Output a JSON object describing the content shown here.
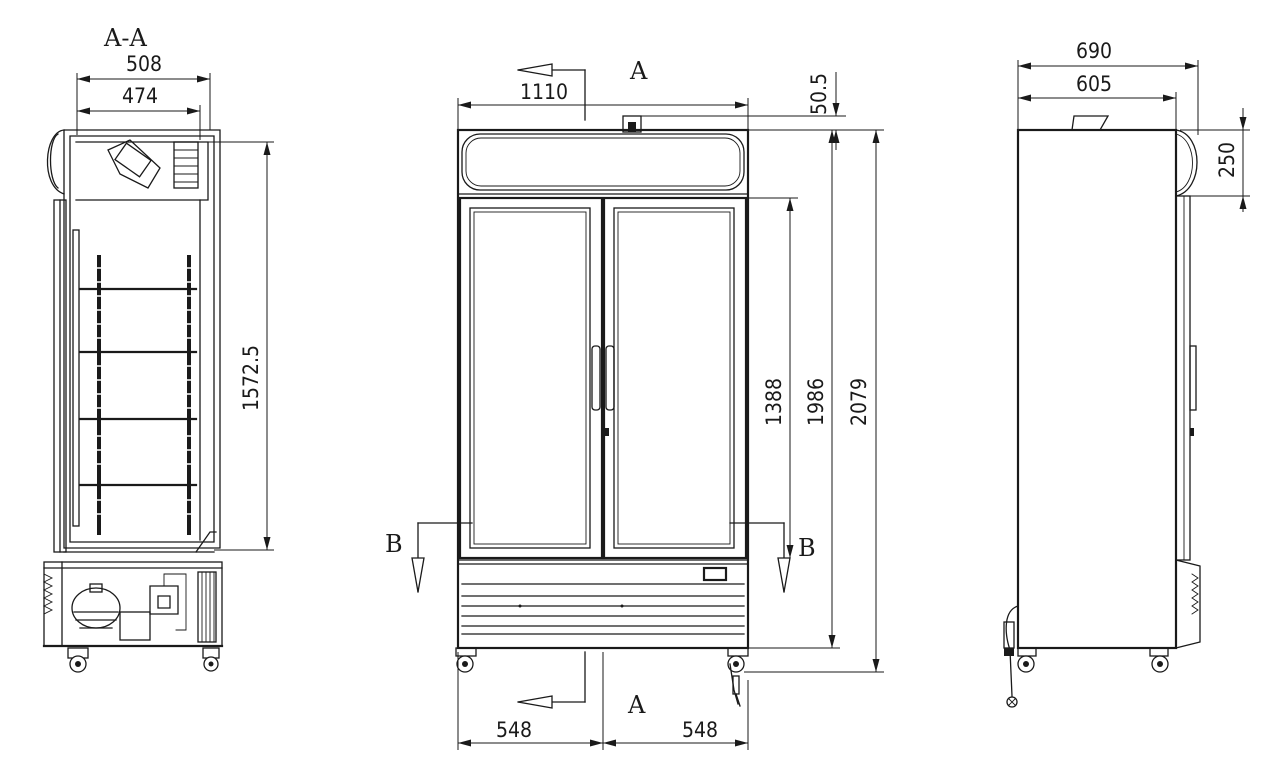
{
  "section_labels": {
    "section_aa_title": "A-A",
    "front_top_a": "A",
    "front_bottom_a": "A",
    "front_left_b": "B",
    "front_right_b": "B"
  },
  "dimensions": {
    "section_outer_width": "508",
    "section_inner_width": "474",
    "section_interior_height": "1572.5",
    "front_total_width": "1110",
    "front_top_offset": "50.5",
    "front_glass_height": "1388",
    "front_door_height": "1986",
    "front_total_height": "2079",
    "front_half_width_left": "548",
    "front_half_width_right": "548",
    "side_total_depth": "690",
    "side_body_depth": "605",
    "side_canopy_height": "250"
  }
}
